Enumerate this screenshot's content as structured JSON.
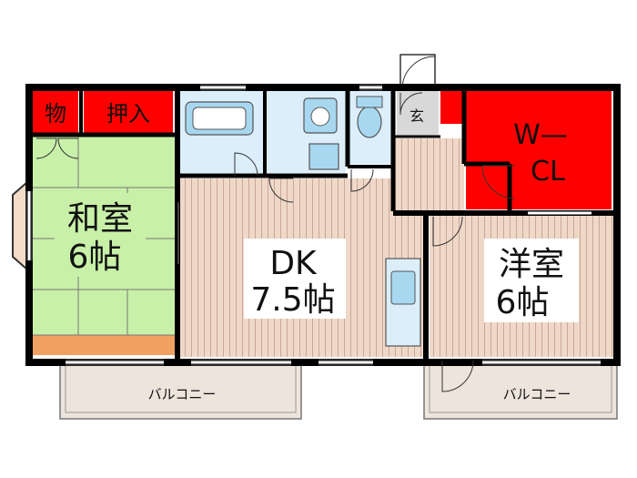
{
  "rooms": {
    "storage": "物",
    "closet": "押入",
    "walk_in_closet_line1": "W—",
    "walk_in_closet_line2": "CL",
    "entrance": "玄",
    "japanese_room_line1": "和室",
    "japanese_room_line2": "6帖",
    "dining_kitchen_line1": "DK",
    "dining_kitchen_line2": "7.5帖",
    "western_room_line1": "洋室",
    "western_room_line2": "6帖"
  },
  "balconies": {
    "left": "バルコニー",
    "right": "バルコニー"
  },
  "colors": {
    "wall": "#000000",
    "storage_red": "#ff0000",
    "tatami_green": "#c8f0a8",
    "tatami_edge": "#f0a060",
    "wood_floor": "#f0d8c8",
    "wood_stripe": "#c8a898",
    "wet_area": "#dceefa",
    "fixture": "#a8d8f0",
    "balcony": "#ede4dc",
    "bay_window": "#f5dcc8",
    "entrance_floor": "#d8d8d8"
  }
}
